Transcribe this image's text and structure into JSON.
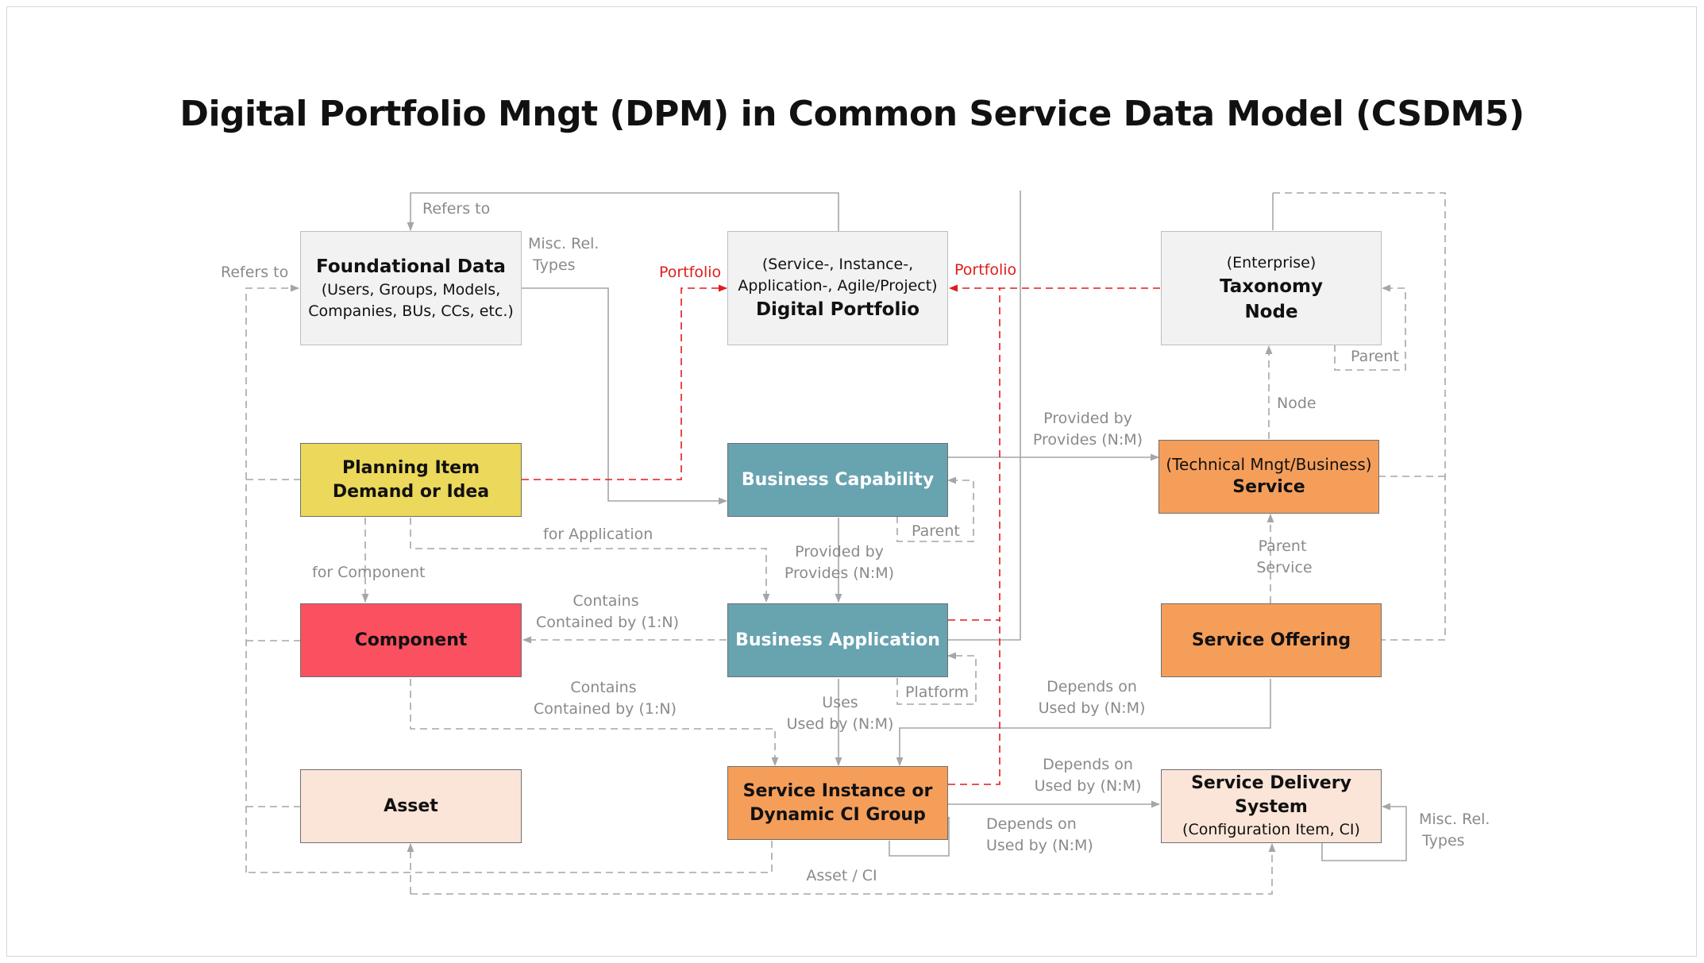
{
  "title": "Digital Portfolio Mngt (DPM) in Common Service Data Model (CSDM5)",
  "colors": {
    "gray_box": "#f2f2f2",
    "yellow": "#ecd85a",
    "teal": "#68a3b0",
    "red": "#fa5060",
    "orange": "#f59e5a",
    "peach": "#fbe5d8",
    "link_gray": "#a6a6a6",
    "link_red": "#e21b1b"
  },
  "nodes": {
    "foundational": {
      "main": "Foundational Data",
      "sub1": "(Users, Groups, Models,",
      "sub2": "Companies, BUs, CCs, etc.)"
    },
    "digital_portfolio": {
      "sub1": "(Service-, Instance-,",
      "sub2": "Application-, Agile/Project)",
      "main": "Digital Portfolio"
    },
    "taxonomy": {
      "sub1": "(Enterprise)",
      "main1": "Taxonomy",
      "main2": "Node"
    },
    "planning": {
      "main1": "Planning Item",
      "main2": "Demand or Idea"
    },
    "business_capability": {
      "main": "Business Capability"
    },
    "service": {
      "sub1": "(Technical Mngt/Business)",
      "main": "Service"
    },
    "component": {
      "main": "Component"
    },
    "business_application": {
      "main": "Business Application"
    },
    "service_offering": {
      "main": "Service Offering"
    },
    "asset": {
      "main": "Asset"
    },
    "service_instance": {
      "main1": "Service Instance or",
      "main2": "Dynamic CI Group"
    },
    "sds": {
      "main": "Service Delivery System",
      "sub1": "(Configuration Item, CI)"
    }
  },
  "labels": {
    "refers_to_top": "Refers to",
    "refers_to_left": "Refers to",
    "misc_rel_1": "Misc. Rel.",
    "misc_rel_2": "Types",
    "portfolio_left": "Portfolio",
    "portfolio_right": "Portfolio",
    "parent_taxonomy": "Parent",
    "node": "Node",
    "provided_by_1": "Provided by",
    "provided_by_2": "Provides (N:M)",
    "parent_bc": "Parent",
    "for_application": "for Application",
    "for_component": "for Component",
    "provided_by_ba_1": "Provided by",
    "provided_by_ba_2": "Provides (N:M)",
    "parent_service_1": "Parent",
    "parent_service_2": "Service",
    "contains_1a": "Contains",
    "contains_1b": "Contained by (1:N)",
    "contains_2a": "Contains",
    "contains_2b": "Contained by (1:N)",
    "platform": "Platform",
    "uses_1": "Uses",
    "uses_2": "Used by (N:M)",
    "depends_so_1": "Depends on",
    "depends_so_2": "Used by (N:M)",
    "depends_sds_1": "Depends on",
    "depends_sds_2": "Used by (N:M)",
    "depends_self_1": "Depends on",
    "depends_self_2": "Used by (N:M)",
    "misc_rel_sds_1": "Misc. Rel.",
    "misc_rel_sds_2": "Types",
    "asset_ci": "Asset / CI"
  }
}
